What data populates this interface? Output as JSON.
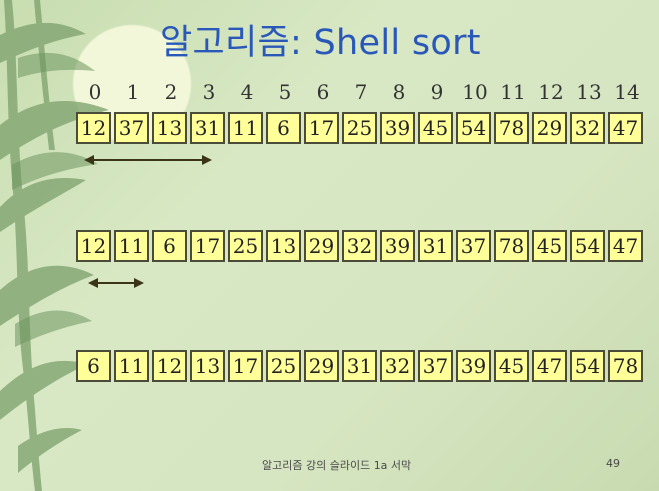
{
  "slide": {
    "title": "알고리즘: Shell sort",
    "indices": [
      "0",
      "1",
      "2",
      "3",
      "4",
      "5",
      "6",
      "7",
      "8",
      "9",
      "10",
      "11",
      "12",
      "13",
      "14"
    ],
    "rows": [
      [
        "12",
        "37",
        "13",
        "31",
        "11",
        "6",
        "17",
        "25",
        "39",
        "45",
        "54",
        "78",
        "29",
        "32",
        "47"
      ],
      [
        "12",
        "11",
        "6",
        "17",
        "25",
        "13",
        "29",
        "32",
        "39",
        "31",
        "37",
        "78",
        "45",
        "54",
        "47"
      ],
      [
        "6",
        "11",
        "12",
        "13",
        "17",
        "25",
        "29",
        "31",
        "32",
        "37",
        "39",
        "45",
        "47",
        "54",
        "78"
      ]
    ],
    "footer": "알고리즘 강의 슬라이드 1a 서막",
    "page_number": "49"
  },
  "colors": {
    "title": "#2a58b8",
    "cell_fill": "#ffff99",
    "cell_border": "#4b4b3a",
    "arrow": "#3b3417",
    "background": "#d7e6c2"
  },
  "decor": {
    "background_motif": "bamboo-leaves"
  }
}
